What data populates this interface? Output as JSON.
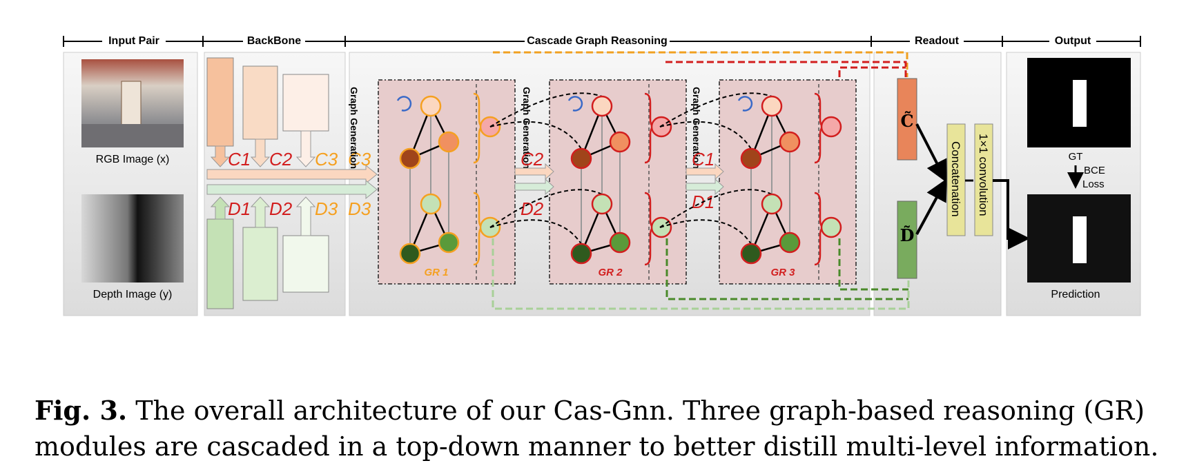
{
  "sections": {
    "input_pair": "Input Pair",
    "backbone": "BackBone",
    "cascade": "Cascade Graph Reasoning",
    "readout": "Readout",
    "output": "Output"
  },
  "inputs": {
    "rgb_label": "RGB Image (x)",
    "depth_label": "Depth Image (y)"
  },
  "backbone": {
    "c_labels": [
      "C1",
      "C2",
      "C3"
    ],
    "d_labels": [
      "D1",
      "D2",
      "D3"
    ]
  },
  "cascade": {
    "graph_generation": "Graph Generation",
    "gr_labels": [
      "GR 1",
      "GR 2",
      "GR 3"
    ],
    "stream_labels": {
      "c3": "C3",
      "d3": "D3",
      "c2": "C2",
      "d2": "D2",
      "c1": "C1",
      "d1": "D1"
    }
  },
  "readout": {
    "c_tilde": "C̃",
    "d_tilde": "D̃",
    "concatenation": "Concatenation",
    "conv": "1×1 convolution"
  },
  "output": {
    "gt": "GT",
    "bce": "BCE",
    "loss": "Loss",
    "prediction": "Prediction"
  },
  "caption": {
    "fig_label": "Fig. 3.",
    "text": " The overall architecture of our Cas-Gnn. Three graph-based reasoning (GR) modules are cascaded in a top-down manner to better distill multi-level information."
  }
}
